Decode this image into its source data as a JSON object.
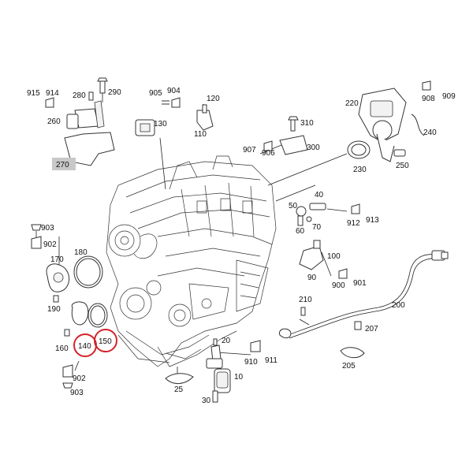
{
  "diagram": {
    "callouts": [
      {
        "id": "c915",
        "text": "915"
      },
      {
        "id": "c914",
        "text": "914"
      },
      {
        "id": "c280",
        "text": "280"
      },
      {
        "id": "c290",
        "text": "290"
      },
      {
        "id": "c260",
        "text": "260"
      },
      {
        "id": "c270",
        "text": "270"
      },
      {
        "id": "c905",
        "text": "905"
      },
      {
        "id": "c904",
        "text": "904"
      },
      {
        "id": "c120",
        "text": "120"
      },
      {
        "id": "c110",
        "text": "110"
      },
      {
        "id": "c130",
        "text": "130"
      },
      {
        "id": "c310",
        "text": "310"
      },
      {
        "id": "c907",
        "text": "907"
      },
      {
        "id": "c906",
        "text": "906"
      },
      {
        "id": "c300",
        "text": "300"
      },
      {
        "id": "c220",
        "text": "220"
      },
      {
        "id": "c908",
        "text": "908"
      },
      {
        "id": "c909",
        "text": "909"
      },
      {
        "id": "c240",
        "text": "240"
      },
      {
        "id": "c230",
        "text": "230"
      },
      {
        "id": "c250",
        "text": "250"
      },
      {
        "id": "c40",
        "text": "40"
      },
      {
        "id": "c50",
        "text": "50"
      },
      {
        "id": "c60",
        "text": "60"
      },
      {
        "id": "c70",
        "text": "70"
      },
      {
        "id": "c912",
        "text": "912"
      },
      {
        "id": "c913",
        "text": "913"
      },
      {
        "id": "c100",
        "text": "100"
      },
      {
        "id": "c90",
        "text": "90"
      },
      {
        "id": "c900",
        "text": "900"
      },
      {
        "id": "c901",
        "text": "901"
      },
      {
        "id": "c903a",
        "text": "903"
      },
      {
        "id": "c902a",
        "text": "902"
      },
      {
        "id": "c170",
        "text": "170"
      },
      {
        "id": "c180",
        "text": "180"
      },
      {
        "id": "c190",
        "text": "190"
      },
      {
        "id": "c160",
        "text": "160"
      },
      {
        "id": "c140",
        "text": "140"
      },
      {
        "id": "c150",
        "text": "150"
      },
      {
        "id": "c902b",
        "text": "902"
      },
      {
        "id": "c903b",
        "text": "903"
      },
      {
        "id": "c210",
        "text": "210"
      },
      {
        "id": "c200",
        "text": "200"
      },
      {
        "id": "c207",
        "text": "207"
      },
      {
        "id": "c205",
        "text": "205"
      },
      {
        "id": "c20",
        "text": "20"
      },
      {
        "id": "c910",
        "text": "910"
      },
      {
        "id": "c911",
        "text": "911"
      },
      {
        "id": "c10",
        "text": "10"
      },
      {
        "id": "c25",
        "text": "25"
      },
      {
        "id": "c30",
        "text": "30"
      }
    ],
    "highlighted": [
      "140",
      "150"
    ],
    "highlight_color": "#d4232a"
  }
}
